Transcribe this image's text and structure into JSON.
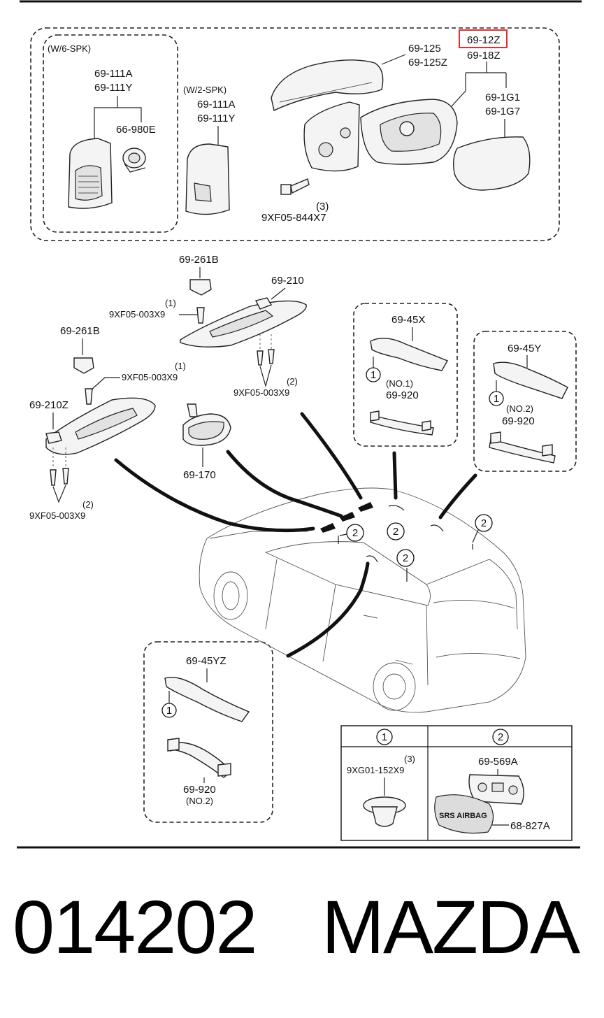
{
  "diagram": {
    "mirror_group": {
      "variant_6spk": "(W/6-SPK)",
      "variant_2spk": "(W/2-SPK)",
      "cover_6spk_a": "69-111A",
      "cover_6spk_y": "69-111Y",
      "speaker": "66-980E",
      "cover_2spk_a": "69-111A",
      "cover_2spk_y": "69-111Y",
      "cap": "69-125",
      "cap_z": "69-125Z",
      "highlighted_part": "69-12Z",
      "housing": "69-18Z",
      "glass_1": "69-1G1",
      "glass_7": "69-1G7",
      "bolt": "9XF05-844X7",
      "bolt_qty": "(3)"
    },
    "visor_group": {
      "holder_right": "69-261B",
      "holder_left": "69-261B",
      "visor_right": "69-210",
      "visor_left": "69-210Z",
      "screw_a": "9XF05-003X9",
      "screw_a_qty": "(1)",
      "screw_b": "9XF05-003X9",
      "screw_b_qty": "(1)",
      "screw_c": "9XF05-003X9",
      "screw_c_qty": "(2)",
      "screw_d": "9XF05-003X9",
      "screw_d_qty": "(2)",
      "rear_mirror": "69-170"
    },
    "assist_group": {
      "bracket_x": "69-45X",
      "bracket_y": "69-45Y",
      "bracket_yz": "69-45YZ",
      "handle_no1_note": "(NO.1)",
      "handle_no1": "69-920",
      "handle_no2_note": "(NO.2)",
      "handle_no2": "69-920",
      "handle_no2b": "69-920",
      "handle_no2b_note": "(NO.2)"
    },
    "callouts": {
      "one": "1",
      "two": "2"
    },
    "legend": {
      "col1_header": "1",
      "col2_header": "2",
      "grommet": "9XG01-152X9",
      "grommet_qty": "(3)",
      "cover_plate": "69-569A",
      "airbag_label": "68-827A",
      "airbag_text": "SRS AIRBAG"
    }
  },
  "footer": {
    "code": "014202",
    "brand": "MAZDA"
  },
  "colors": {
    "line": "#222222",
    "highlight_box": "#e03030",
    "background": "#ffffff"
  }
}
